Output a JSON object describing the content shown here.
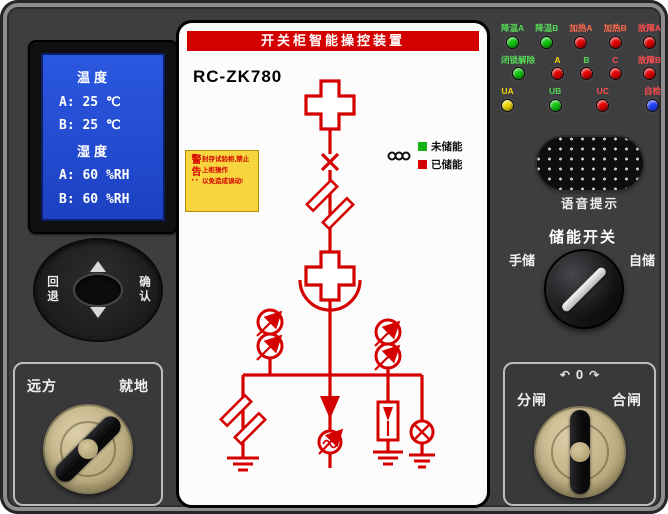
{
  "colors": {
    "accent_red": "#d40000",
    "lcd_blue": "#2150d8",
    "panel_body": "#3e3e40"
  },
  "lcd": {
    "lines": [
      {
        "text": "温度"
      },
      {
        "text": "A: 25 ℃"
      },
      {
        "text": "B: 25 ℃"
      },
      {
        "text": "湿度"
      },
      {
        "text": "A: 60 %RH"
      },
      {
        "text": "B: 60 %RH"
      }
    ]
  },
  "navpad": {
    "back": "回退",
    "confirm": "确认"
  },
  "remote_local": {
    "left": "远方",
    "right": "就地"
  },
  "mimic": {
    "banner": "开关柜智能操控装置",
    "model": "RC-ZK780",
    "warning": {
      "title": "警告:",
      "line1": "封存试验柜,禁止上柜操作",
      "line2": "以免造成误动!"
    },
    "legend": {
      "items": [
        {
          "label": "未储能",
          "color": "#17b317"
        },
        {
          "label": "已储能",
          "color": "#d40000"
        }
      ]
    }
  },
  "led_rows": [
    {
      "items": [
        {
          "label": "降温A",
          "label_color": "#57d957",
          "led": "#12c812"
        },
        {
          "label": "降温B",
          "label_color": "#57d957",
          "led": "#12c812"
        },
        {
          "label": "加热A",
          "label_color": "#ff6a4d",
          "led": "#e60000"
        },
        {
          "label": "加热B",
          "label_color": "#ff6a4d",
          "led": "#e60000"
        },
        {
          "label": "故障A",
          "label_color": "#ff4d4d",
          "led": "#e60000"
        }
      ]
    },
    {
      "items": [
        {
          "label": "闭锁解除",
          "label_color": "#57d957",
          "led": "#12c812"
        },
        {
          "label": "A",
          "label_color": "#f2d90a",
          "led": "#e60000"
        },
        {
          "label": "B",
          "label_color": "#57d957",
          "led": "#e60000"
        },
        {
          "label": "C",
          "label_color": "#ff4d4d",
          "led": "#e60000"
        },
        {
          "label": "故障B",
          "label_color": "#ff4d4d",
          "led": "#e60000"
        }
      ]
    },
    {
      "items": [
        {
          "label": "UA",
          "label_color": "#f2d90a",
          "led": "#f2d90a"
        },
        {
          "label": "UB",
          "label_color": "#57d957",
          "led": "#12c812"
        },
        {
          "label": "UC",
          "label_color": "#ff4d4d",
          "led": "#e60000"
        },
        {
          "label": "自检",
          "label_color": "#ff4d4d",
          "led": "#2244ff"
        }
      ]
    }
  ],
  "speaker": {
    "label": "语音提示"
  },
  "energy_switch": {
    "title": "储能开关",
    "left": "手储",
    "right": "自储"
  },
  "open_close": {
    "left": "分闸",
    "right": "合闸",
    "zero": "0",
    "arrow_left": "↶",
    "arrow_right": "↷"
  }
}
